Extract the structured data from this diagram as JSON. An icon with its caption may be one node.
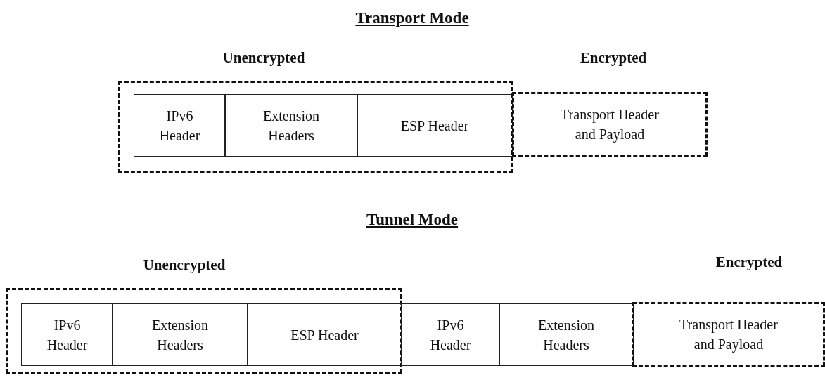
{
  "diagram": {
    "nodes": [
      {
        "text": [
          "Unencrypted"
        ]
      },
      {
        "text": [
          "IPv6 Header"
        ],
        "in": 0
      },
      {
        "text": [
          "Extension Headers"
        ],
        "in": 0
      },
      {
        "text": [
          "ESP Header"
        ],
        "in": 0
      },
      {
        "text": [
          "Transport Header and Payload"
        ]
      },
      {
        "text": [
          "Unencrypted"
        ]
      },
      {
        "text": [
          "IPv6 Header"
        ],
        "in": 5
      },
      {
        "text": [
          "Extension Headers"
        ],
        "in": 5
      },
      {
        "text": [
          "ESP Header"
        ],
        "in": 5
      },
      {
        "text": [
          "IPv6 Header"
        ]
      },
      {
        "text": [
          "Extension Headers"
        ]
      },
      {
        "text": [
          "Transport Header and Payload"
        ]
      }
    ],
    "edges": [],
    "labels": [
      "Transport Mode",
      "Encrypted",
      "Tunnel Mode",
      "Encrypted"
    ]
  }
}
